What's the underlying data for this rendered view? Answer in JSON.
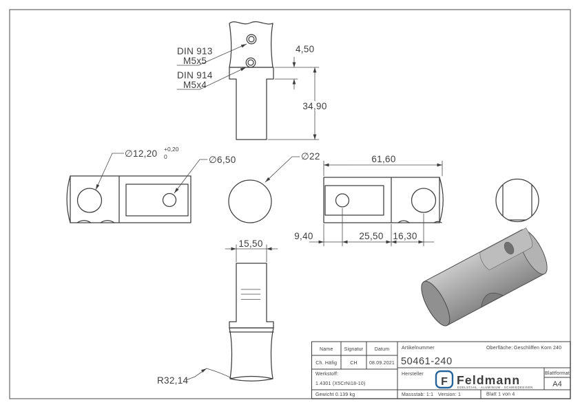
{
  "page": {
    "background": "#ffffff",
    "frame_color": "#8a8a8a",
    "line_color": "#3d3d3d"
  },
  "views": {
    "front_top": {
      "din913_label": "DIN 913",
      "din913_size": "M5x5",
      "din914_label": "DIN 914",
      "din914_size": "M5x4",
      "dim_collar": "4,50",
      "dim_length": "34,90"
    },
    "side_left": {
      "dim_bore": "∅12,20",
      "tol_upper": "+0,20",
      "tol_lower": "0",
      "dim_hole": "∅6,50"
    },
    "end_view": {
      "dim_diameter": "∅22"
    },
    "side_right": {
      "dim_total": "61,60",
      "dim_offset1": "9,40",
      "dim_span": "25,50",
      "dim_offset2": "16,30"
    },
    "front_bottom": {
      "dim_width": "15,50",
      "dim_radius": "R32,14"
    }
  },
  "title_block": {
    "col_name": "Name",
    "col_signatur": "Signatur",
    "col_datum": "Datum",
    "name": "Ch. Häfig",
    "signatur": "CH",
    "datum": "08.09.2021",
    "artikelnummer_label": "Artikelnummer",
    "artikelnummer": "50461-240",
    "oberflaeche_label": "Oberfläche:",
    "oberflaeche": "Geschliffen Korn 240",
    "werkstoff_label": "Werkstoff:",
    "werkstoff": "1.4301 (X5CrNi18-10)",
    "hersteller_label": "Hersteller",
    "gewicht": "Gewicht 0.139 kg",
    "massstab": "Massstab: 1:1",
    "version": "Version: 1",
    "blatt": "Blatt 1 von 4",
    "blattformat_label": "Blattformat",
    "blattformat": "A4",
    "logo": {
      "monogram": "F",
      "wordmark": "Feldmann",
      "tagline": "EDELSTAHL · ALUMINIUM · SCHMIEDEEISEN",
      "color": "#26639b"
    }
  }
}
